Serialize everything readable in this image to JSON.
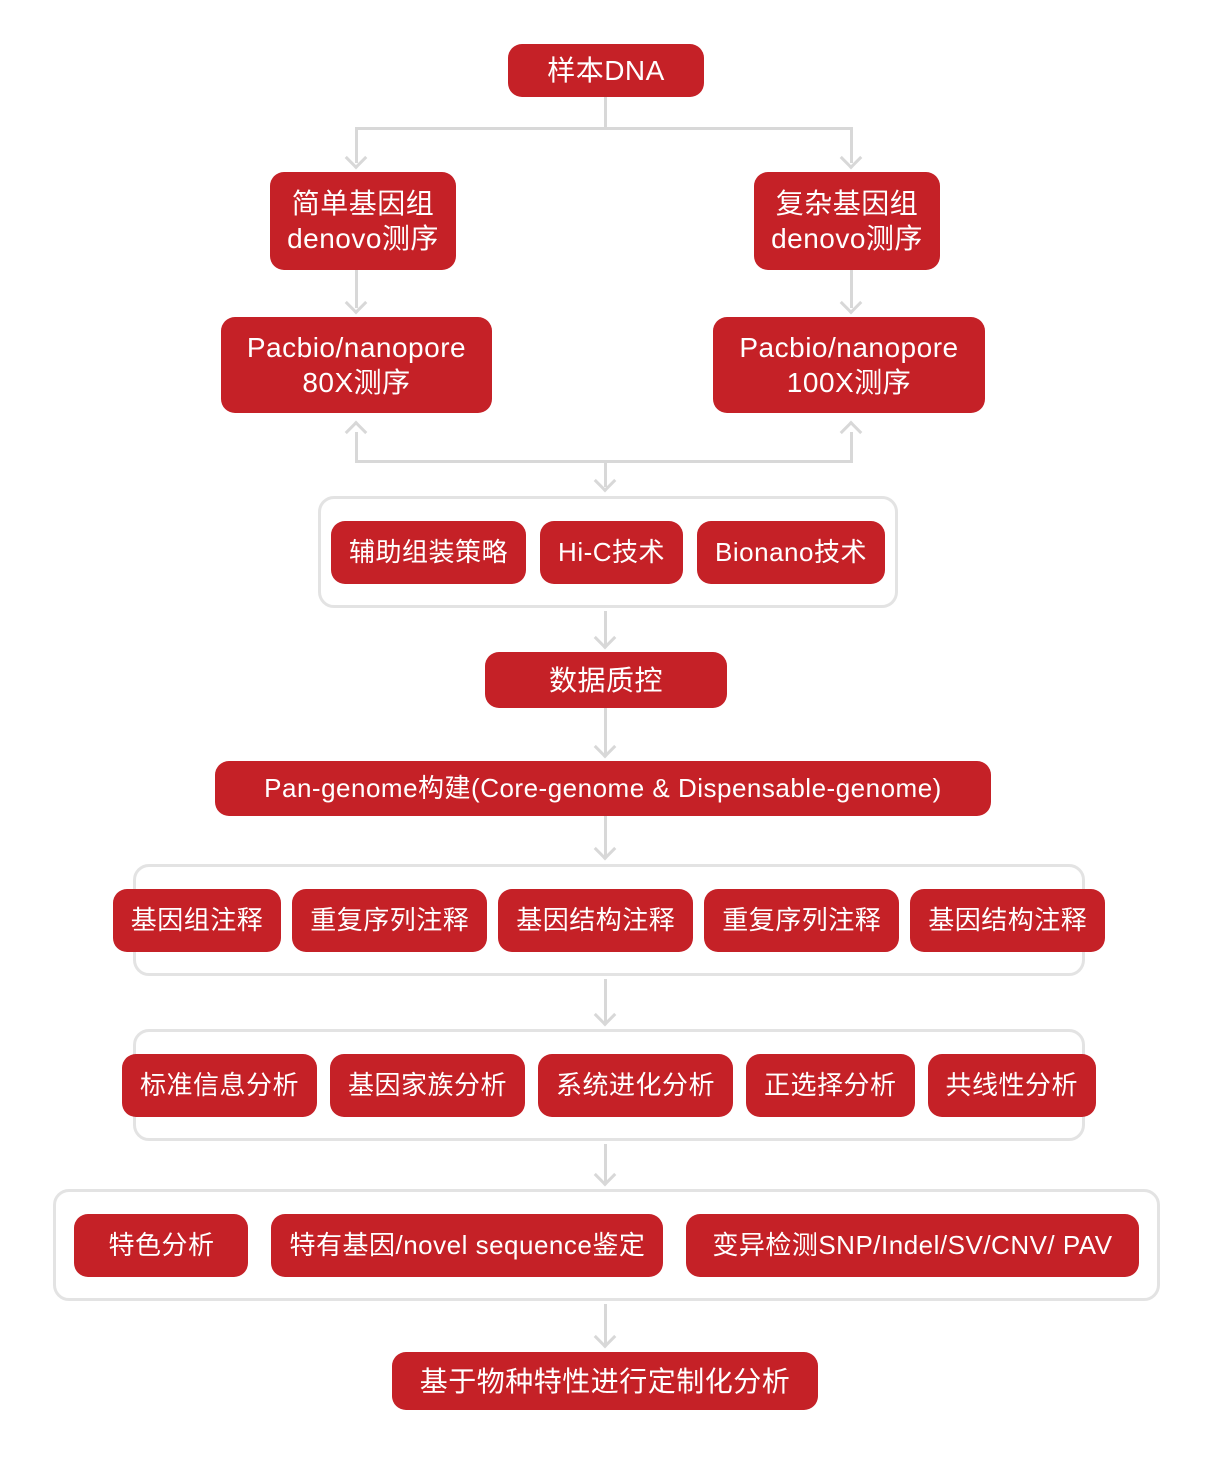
{
  "diagram_title": "Pan-genome sequencing analysis workflow",
  "colors": {
    "node_red": "#C52127",
    "arrow_gray": "#D8D8D8",
    "container_border": "#E3E3E3",
    "node_text": "#FFFFFF",
    "background": "#FFFFFF"
  },
  "nodes": {
    "sample_dna": {
      "label": "样本DNA"
    },
    "simple_genome": {
      "line1": "简单基因组",
      "line2": "denovo测序"
    },
    "complex_genome": {
      "line1": "复杂基因组",
      "line2": "denovo测序"
    },
    "pacbio_80": {
      "line1": "Pacbio/nanopore",
      "line2": "80X测序"
    },
    "pacbio_100": {
      "line1": "Pacbio/nanopore",
      "line2": "100X测序"
    },
    "assembly_group": {
      "items": [
        "辅助组装策略",
        "Hi-C技术",
        "Bionano技术"
      ]
    },
    "data_qc": {
      "label": "数据质控"
    },
    "pan_genome": {
      "label": "Pan-genome构建(Core-genome & Dispensable-genome)"
    },
    "annotation_group": {
      "items": [
        "基因组注释",
        "重复序列注释",
        "基因结构注释",
        "重复序列注释",
        "基因结构注释"
      ]
    },
    "analysis_group": {
      "items": [
        "标准信息分析",
        "基因家族分析",
        "系统进化分析",
        "正选择分析",
        "共线性分析"
      ]
    },
    "special_group": {
      "items": [
        "特色分析",
        "特有基因/novel sequence鉴定",
        "变异检测SNP/Indel/SV/CNV/ PAV"
      ]
    },
    "custom_analysis": {
      "label": "基于物种特性进行定制化分析"
    }
  }
}
